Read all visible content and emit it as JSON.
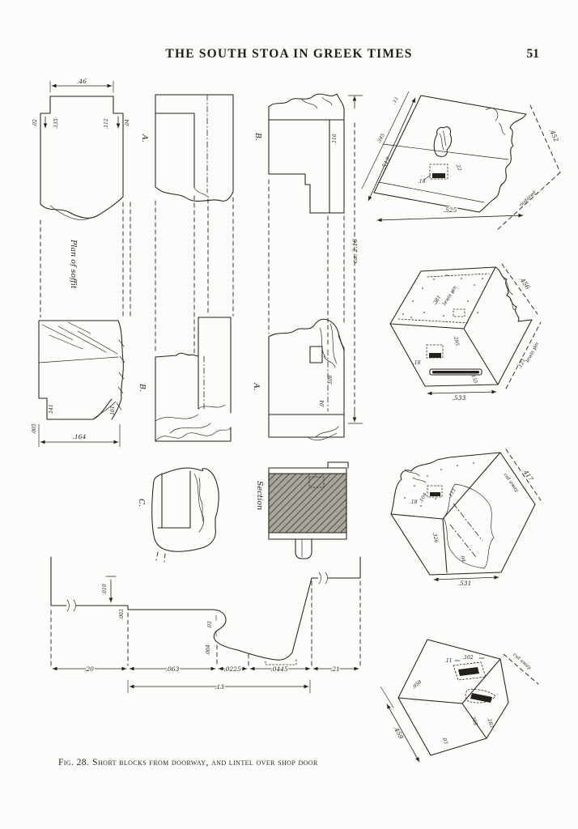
{
  "header": {
    "title": "THE SOUTH STOA IN GREEK TIMES",
    "page_number": "51"
  },
  "caption": {
    "label": "Fig. 28.",
    "text": "Short blocks from doorway, and lintel over shop door"
  },
  "labels": {
    "plan_of_soffit": "Plan of soffit",
    "section": "Section",
    "view_a_top": "A.",
    "view_b_top": "B.",
    "view_b_mid": "B.",
    "view_a_mid": "A.",
    "view_c": "C."
  },
  "soffit": {
    "width": ".46",
    "left_outer": ".02",
    "left_inner": ".135",
    "right_inner": ".112",
    "right_outer": ".04"
  },
  "jamb": {
    "height": "ca. 2.16",
    "b_width": ".116",
    "a_width": ".108",
    "a_small": ".04"
  },
  "block": {
    "width": ".164",
    "left_a": ".005",
    "left_b": ".141",
    "right": ".101"
  },
  "profile": {
    "seg_1": ".20",
    "seg_2": ".063",
    "seg_3": ".0225",
    "seg_4": ".0445",
    "seg_5": ".21",
    "overall": ".13",
    "drop": ".019",
    "step": ".003",
    "ovolo": ".03",
    "fillet": ".004"
  },
  "iso1": {
    "bottom": ".525",
    "left": ".512",
    "right": ".452",
    "note": "restored",
    "edge_a": ".11",
    "edge_b": ".345",
    "face": ".18",
    "depth": ".22"
  },
  "iso2": {
    "bottom": ".533",
    "corner": ".456",
    "top_a": ".281",
    "top_note": "lewis pin",
    "mid": ".295",
    "face": ".18",
    "slot": ".155",
    "edge_note": "lewis pin",
    "edge": ".121"
  },
  "iso3": {
    "bottom": ".531",
    "right": ".417",
    "note": "cut away",
    "face": ".326",
    "top_a": ".18",
    "top_b": ".104",
    "top_c": ".111",
    "small": ".04"
  },
  "iso4": {
    "left": ".459",
    "top": ".102",
    "top_edge": ".11",
    "note": "cut away",
    "face": ".058",
    "right_a": ".205",
    "right_b": ".283",
    "small": ".03"
  }
}
